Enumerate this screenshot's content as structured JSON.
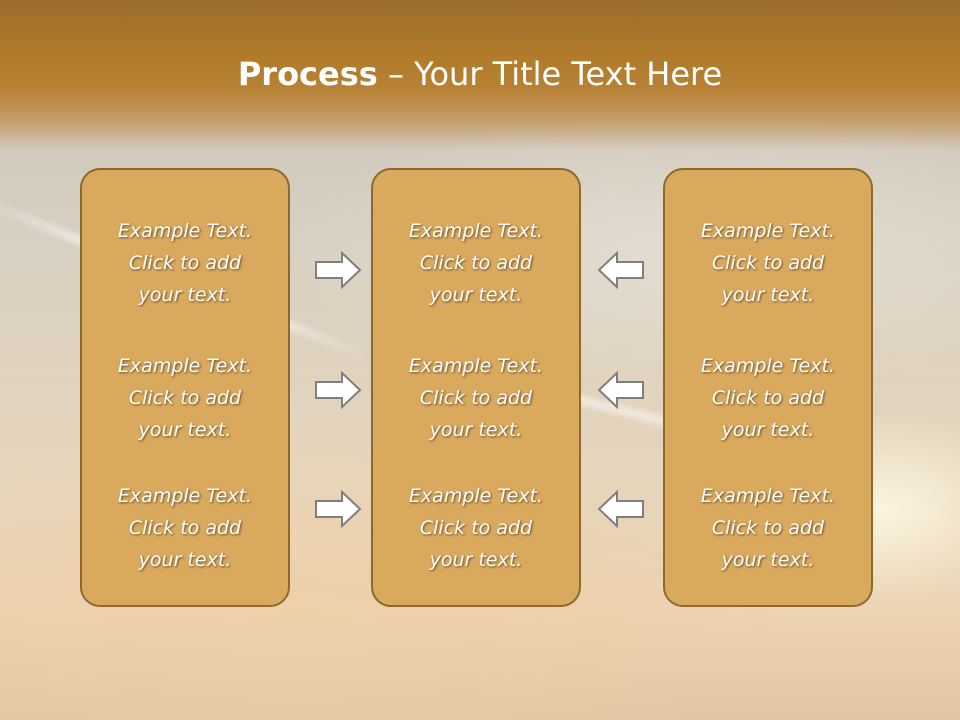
{
  "slide": {
    "title_bold": "Process",
    "title_rest": " – Your Title Text Here"
  },
  "columns": [
    {
      "items": [
        {
          "line1": "Example Text.",
          "line2": "Click  to add",
          "line3": "your text."
        },
        {
          "line1": "Example Text.",
          "line2": "Click  to add",
          "line3": "your text."
        },
        {
          "line1": "Example Text.",
          "line2": "Click  to add",
          "line3": "your text."
        }
      ]
    },
    {
      "items": [
        {
          "line1": "Example Text.",
          "line2": "Click  to add",
          "line3": "your text."
        },
        {
          "line1": "Example Text.",
          "line2": "Click  to add",
          "line3": "your text."
        },
        {
          "line1": "Example Text.",
          "line2": "Click  to add",
          "line3": "your text."
        }
      ]
    },
    {
      "items": [
        {
          "line1": "Example Text.",
          "line2": "Click  to add",
          "line3": "your text."
        },
        {
          "line1": "Example Text.",
          "line2": "Click  to add",
          "line3": "your text."
        },
        {
          "line1": "Example Text.",
          "line2": "Click  to add",
          "line3": "your text."
        }
      ]
    }
  ],
  "arrows": {
    "left_group_direction": "right",
    "right_group_direction": "left",
    "fill_color": "#ffffff",
    "stroke_color": "#7f7f7f"
  },
  "colors": {
    "header": "#b07a2a",
    "box_fill": "#d9a95e",
    "box_border": "#8c6a2c"
  }
}
